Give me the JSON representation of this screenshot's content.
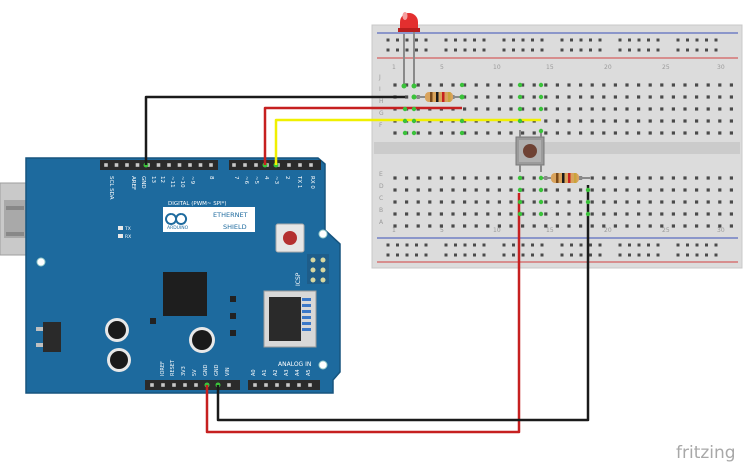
{
  "board": {
    "top_pin_labels": [
      "SCL SDA",
      "AREF",
      "GND",
      "13",
      "12",
      "~11",
      "~10",
      "~9",
      "8",
      "7",
      "~6",
      "~5",
      "4",
      "~3",
      "2",
      "TX 1",
      "RX 0"
    ],
    "bottom_pin_labels": [
      "IOREF",
      "RESET",
      "3V3",
      "5V",
      "GND",
      "GND",
      "VIN",
      "A0",
      "A1",
      "A2",
      "A3",
      "A4",
      "A5"
    ],
    "digital_label": "DIGITAL (PWM~ SPI*)",
    "analog_label": "ANALOG IN",
    "icsp_label": "ICSP",
    "shield_label_1": "ETHERNET",
    "shield_label_2": "SHIELD",
    "brand": "ARDUINO",
    "tx_label": "TX",
    "rx_label": "RX"
  },
  "breadboard": {
    "row_letters_top": [
      "J",
      "I",
      "H",
      "G",
      "F"
    ],
    "row_letters_bottom": [
      "E",
      "D",
      "C",
      "B",
      "A"
    ],
    "column_numbers": [
      "1",
      "5",
      "10",
      "15",
      "20",
      "25",
      "30"
    ]
  },
  "components": {
    "led_color": "#e32f2f",
    "resistor_color": "#d9a35c",
    "button_color": "#6e4234"
  },
  "wire_colors": {
    "black": "#1a1a1a",
    "red": "#c62020",
    "yellow": "#f0f000"
  },
  "watermark": "fritzing"
}
